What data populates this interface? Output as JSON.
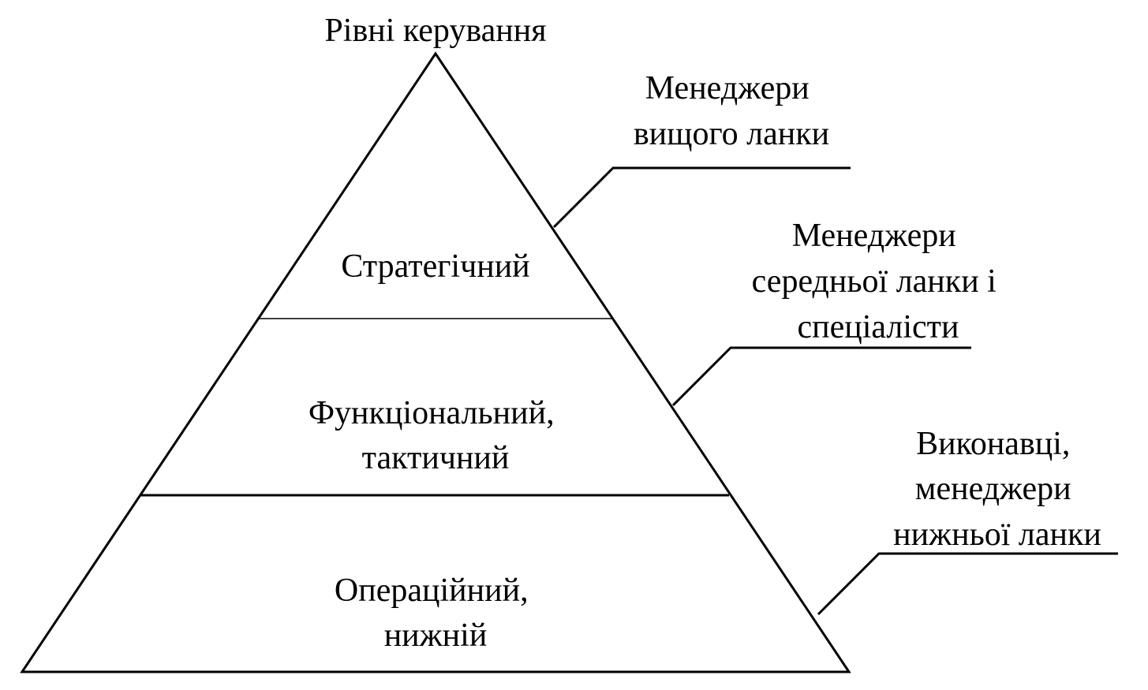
{
  "title": "Рівні керування",
  "levels": [
    {
      "name_lines": [
        "Стратегічний"
      ]
    },
    {
      "name_lines": [
        "Функціональний,",
        "тактичний"
      ]
    },
    {
      "name_lines": [
        "Операційний,",
        "нижній"
      ]
    }
  ],
  "callouts": [
    {
      "lines": [
        "Менеджери",
        "вищого ланки"
      ]
    },
    {
      "lines": [
        "Менеджери",
        "середньої ланки і",
        "спеціалісти"
      ]
    },
    {
      "lines": [
        "Виконавці,",
        "менеджери",
        "нижньої ланки"
      ]
    }
  ],
  "colors": {
    "line": "#000000",
    "background": "#ffffff",
    "text": "#000000"
  }
}
